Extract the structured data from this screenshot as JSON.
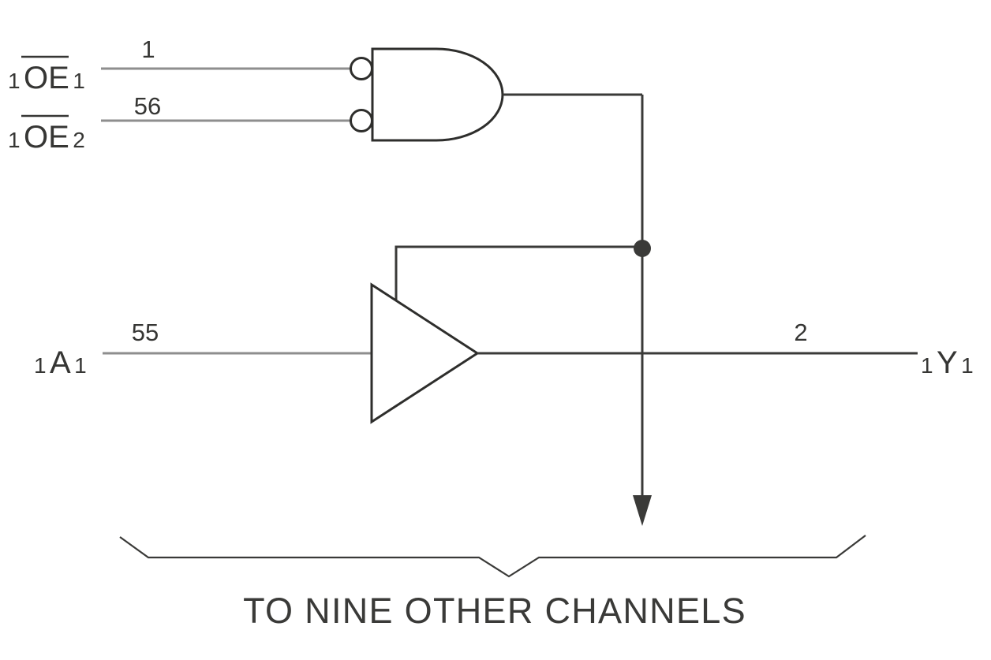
{
  "diagram": {
    "caption": "TO NINE OTHER CHANNELS",
    "colors": {
      "background": "#ffffff",
      "wire_gray": "#8e8e8e",
      "line_dark": "#3a3a38",
      "gate_outline": "#2e2e2c",
      "text": "#363634"
    },
    "symbols": [
      "and-gate-active-low-inputs",
      "inverter-bubble",
      "buffer-gate",
      "junction-dot",
      "down-arrow",
      "underbrace"
    ],
    "signals": {
      "oe1": {
        "prefix": "1",
        "base": "OE",
        "suffix": "1",
        "overline": true,
        "pin": "1"
      },
      "oe2": {
        "prefix": "1",
        "base": "OE",
        "suffix": "2",
        "overline": true,
        "pin": "56"
      },
      "a1": {
        "prefix": "1",
        "base": "A",
        "suffix": "1",
        "overline": false,
        "pin": "55"
      },
      "y1": {
        "prefix": "1",
        "base": "Y",
        "suffix": "1",
        "overline": false,
        "pin": "2"
      }
    }
  }
}
